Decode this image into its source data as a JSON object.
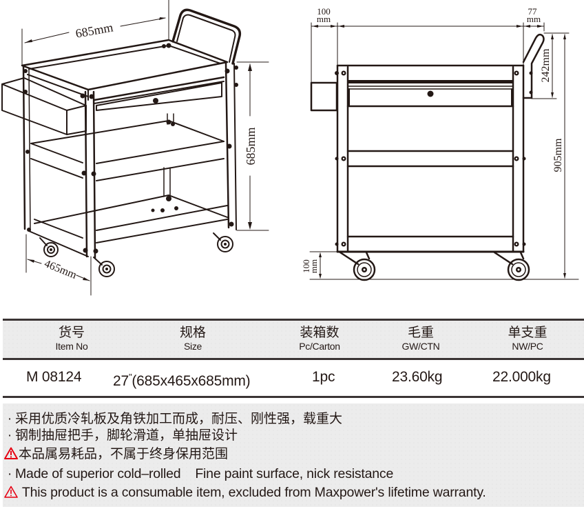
{
  "drawing": {
    "perspective_view": {
      "dimensions": {
        "length": "685mm",
        "width": "465mm",
        "height": "685mm"
      }
    },
    "front_view": {
      "dimensions": {
        "side_tray_depth": "100",
        "side_tray_unit": "mm",
        "handle_offset": "77",
        "handle_offset_unit": "mm",
        "handle_height": "242mm",
        "total_height": "905mm",
        "caster_height": "100",
        "caster_unit": "mm"
      }
    },
    "line_color": "#231815"
  },
  "spec_table": {
    "header": [
      {
        "zh": "货号",
        "en": "Item No"
      },
      {
        "zh": "规格",
        "en": "Size"
      },
      {
        "zh": "装箱数",
        "en": "Pc/Carton"
      },
      {
        "zh": "毛重",
        "en": "GW/CTN"
      },
      {
        "zh": "单支重",
        "en": "NW/PC"
      }
    ],
    "rows": [
      {
        "item_no": "M 08124",
        "size_inch": "27",
        "size_inch_mark": "\"",
        "size_mm": "(685x465x685mm)",
        "pc_carton": "1pc",
        "gw_ctn": "23.60kg",
        "nw_pc": "22.000kg"
      }
    ],
    "header_bg": "#ececec"
  },
  "notes": {
    "items": [
      {
        "type": "bullet",
        "text": "采用优质冷轧板及角铁加工而成，耐压、刚性强，载重大"
      },
      {
        "type": "bullet",
        "text": "钢制抽屉把手，脚轮滑道，单抽屉设计"
      },
      {
        "type": "warning",
        "text": "本品属易耗品，不属于终身保用范围"
      },
      {
        "type": "bullet",
        "text": "Made of superior cold–rolled    Fine paint surface, nick resistance"
      },
      {
        "type": "warning",
        "text": " This product is a consumable item, excluded from Maxpower's lifetime warranty."
      }
    ],
    "bullet_char": "·",
    "warning_icon": "warning-triangle-icon",
    "warning_color": "#e60012"
  }
}
